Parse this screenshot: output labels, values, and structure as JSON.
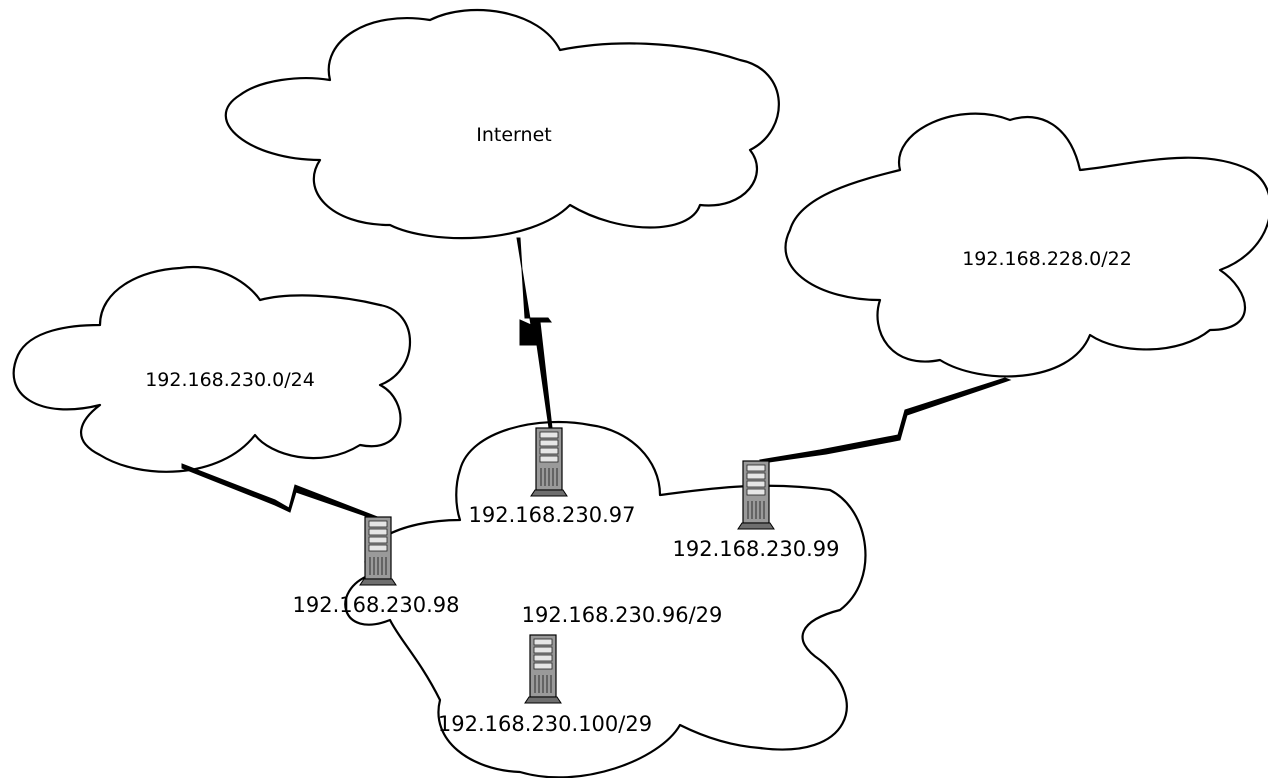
{
  "clouds": {
    "internet": "Internet",
    "net_228": "192.168.228.0/22",
    "net_230": "192.168.230.0/24",
    "net_96": "192.168.230.96/29"
  },
  "routers": {
    "r97": "192.168.230.97",
    "r98": "192.168.230.98",
    "r99": "192.168.230.99",
    "r100": "192.168.230.100/29"
  },
  "colors": {
    "line": "#000000",
    "server_body": "#9a9a9a",
    "background": "#ffffff"
  }
}
